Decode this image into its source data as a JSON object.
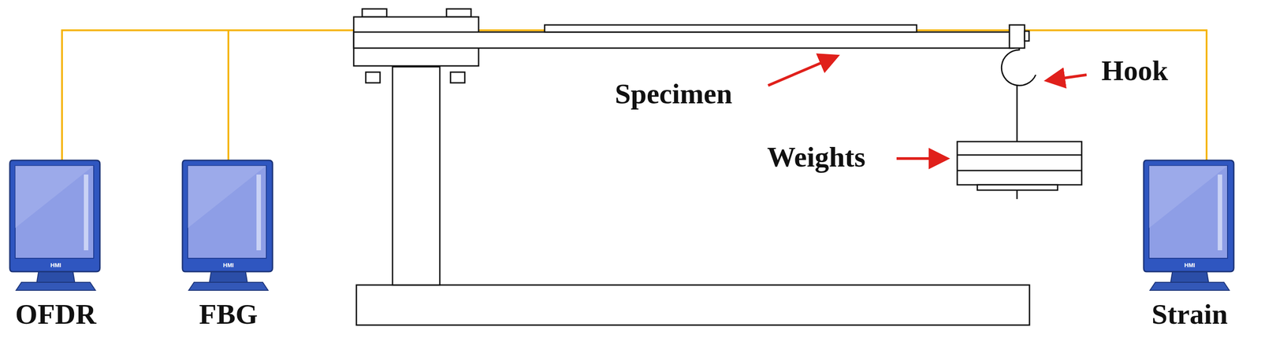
{
  "diagram": {
    "nodes": [
      {
        "text": [
          "HMI",
          "OFDR"
        ]
      },
      {
        "text": [
          "HMI",
          "FBG"
        ]
      },
      {
        "text": [
          "HMI",
          "Strain"
        ]
      }
    ],
    "labels": [
      "Specimen",
      "Hook",
      "Weights"
    ]
  }
}
